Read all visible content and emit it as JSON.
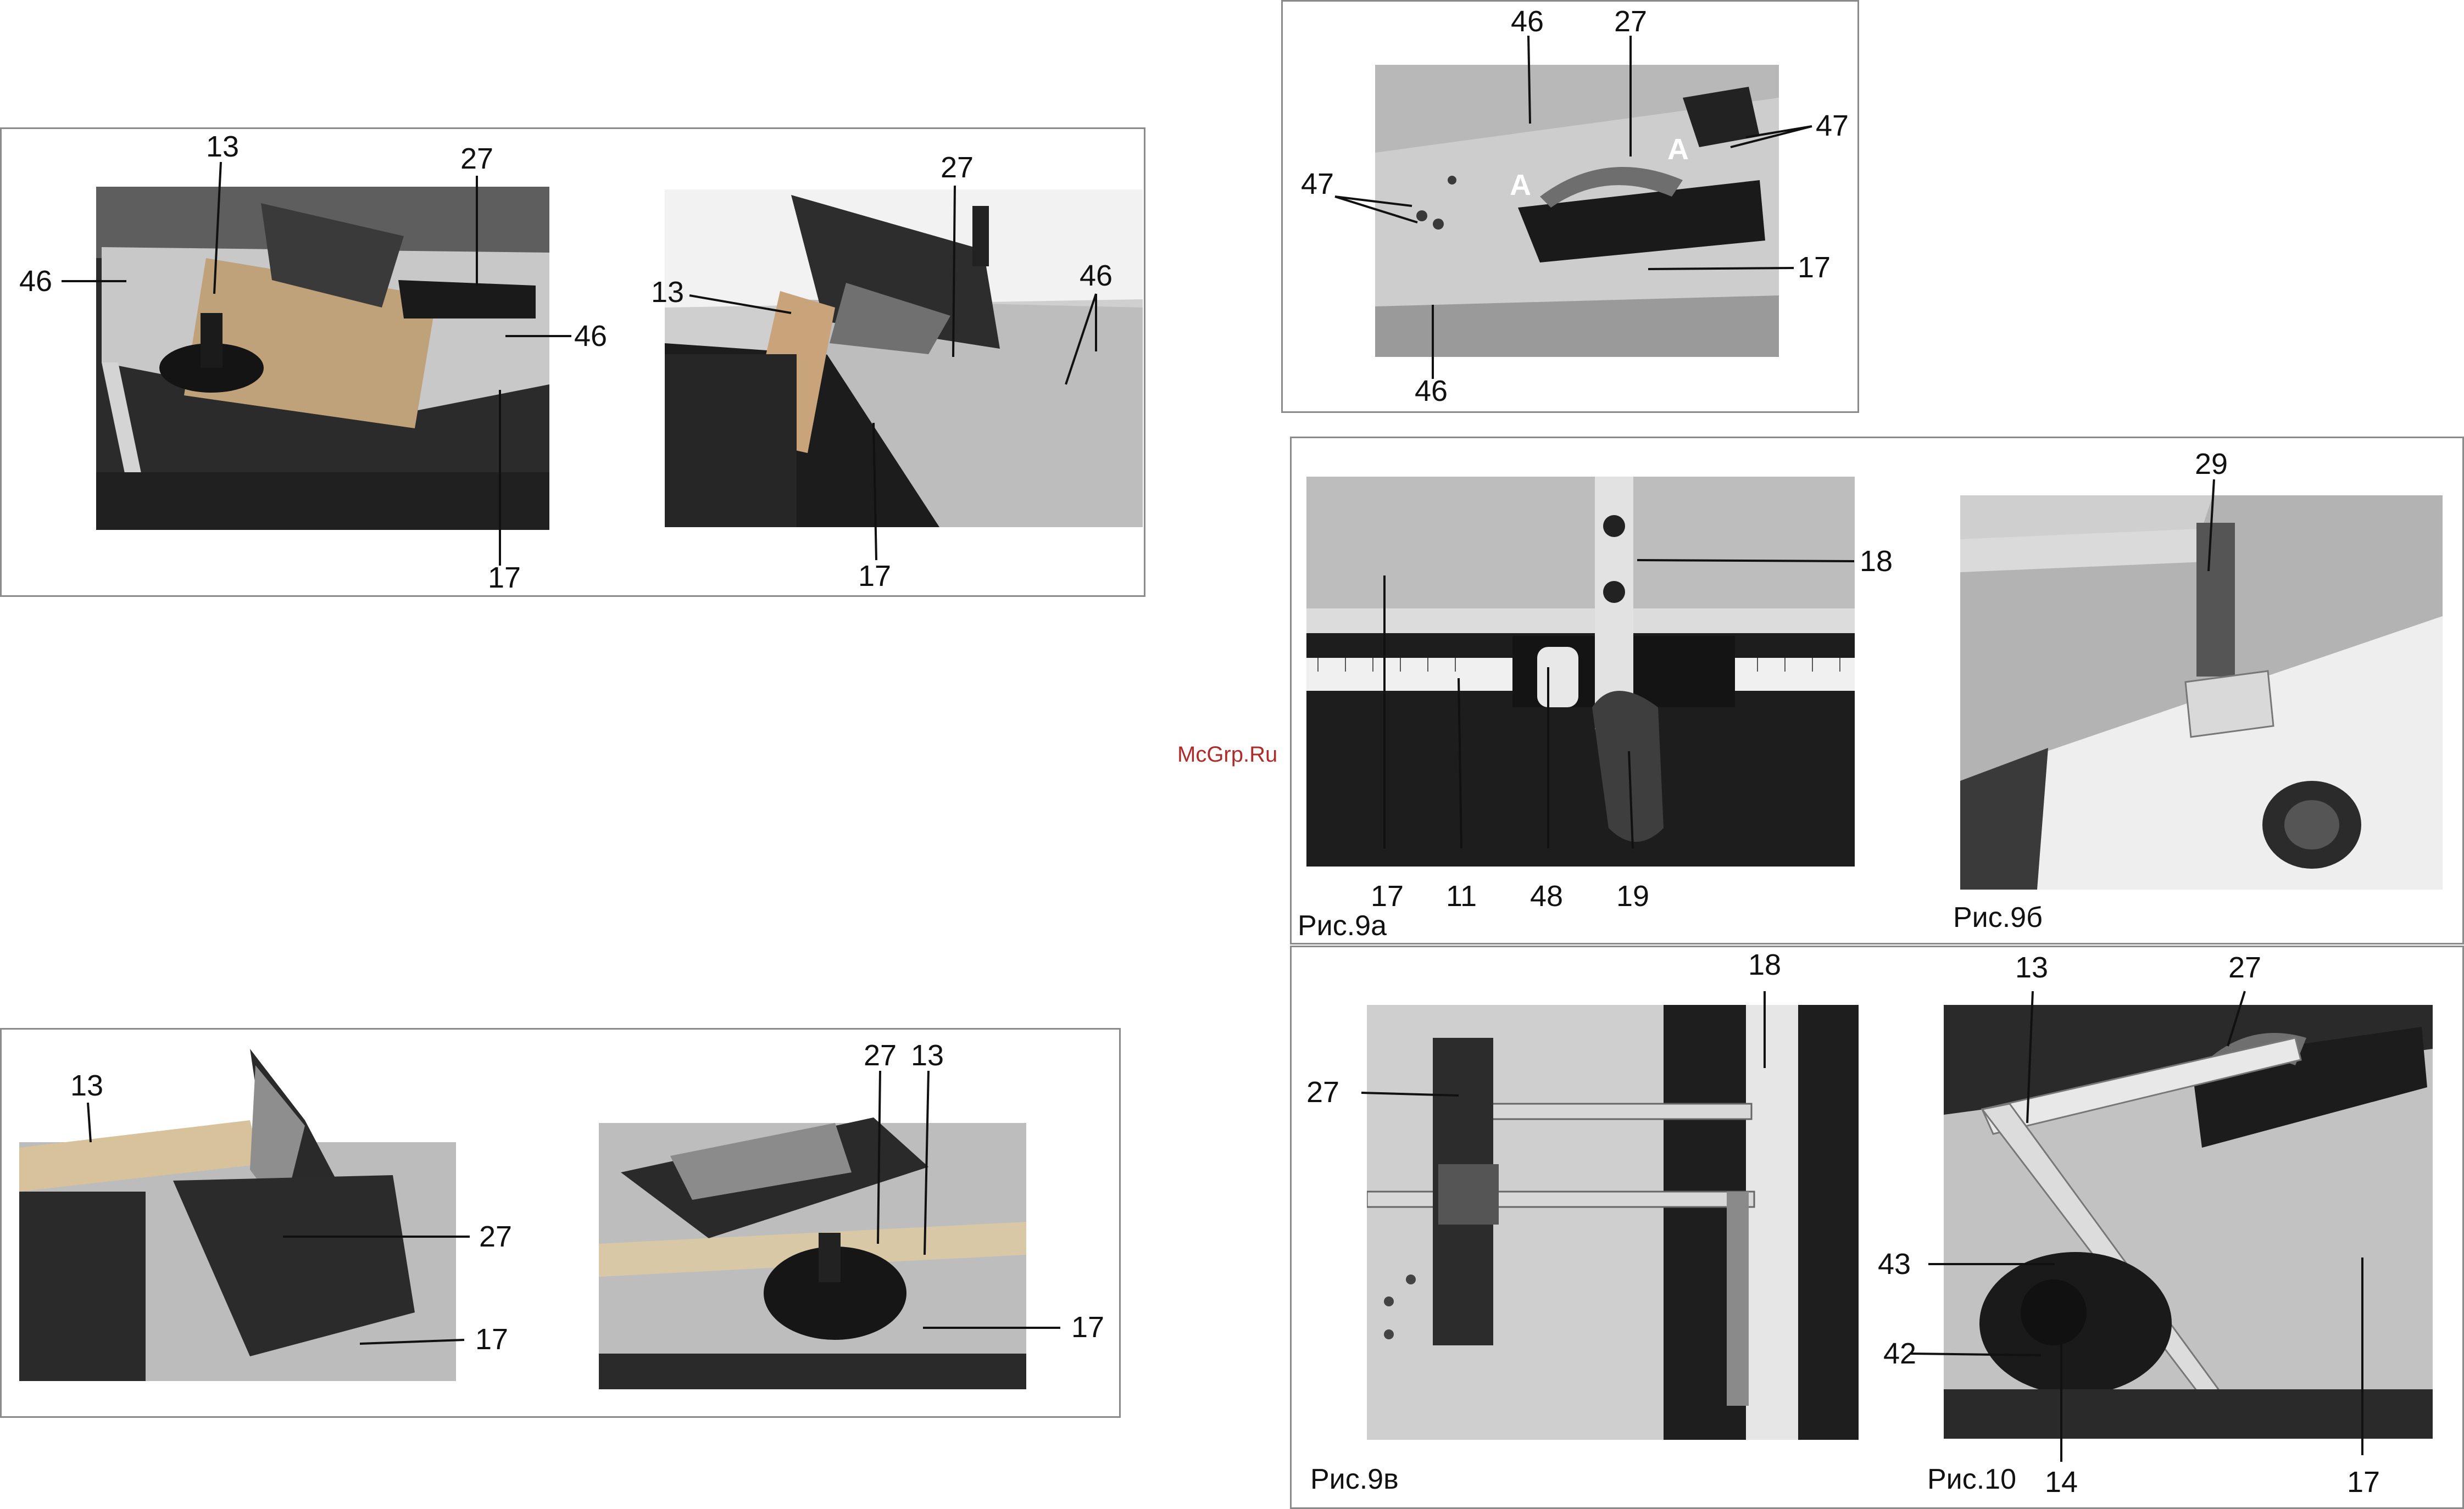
{
  "watermark": "McGrp.Ru",
  "figures": {
    "p1": {
      "labels": [
        "13",
        "27",
        "46",
        "46",
        "17"
      ]
    },
    "p2": {
      "labels": [
        "27",
        "13",
        "46",
        "17"
      ]
    },
    "p3": {
      "labels": [
        "46",
        "27",
        "47",
        "47",
        "17",
        "46"
      ],
      "marks": [
        "A",
        "A"
      ]
    },
    "p4": {
      "labels": [
        "18",
        "17",
        "11",
        "48",
        "19"
      ],
      "caption": "Рис.9а"
    },
    "p5": {
      "labels": [
        "29"
      ],
      "caption": "Рис.9б"
    },
    "p6": {
      "labels": [
        "18",
        "27"
      ],
      "caption": "Рис.9в"
    },
    "p7": {
      "labels": [
        "13",
        "27",
        "43",
        "42",
        "14",
        "17"
      ],
      "caption": "Рис.10"
    },
    "p8": {
      "labels": [
        "13",
        "27",
        "17"
      ]
    },
    "p9": {
      "labels": [
        "27",
        "13",
        "17"
      ]
    }
  },
  "colors": {
    "border": "#8a8a8a",
    "text": "#111111",
    "watermark": "#b02a2a"
  }
}
